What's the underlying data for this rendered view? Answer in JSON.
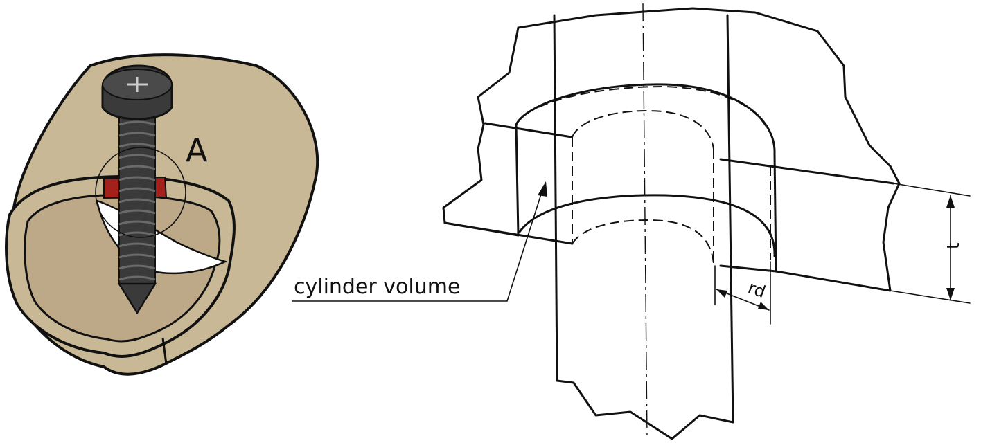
{
  "left_illustration": {
    "detail_label": "A"
  },
  "right_drawing": {
    "callout_label": "cylinder volume",
    "dimension_labels": {
      "thickness": "t",
      "radius_distance": "rd"
    }
  },
  "colors": {
    "wall_fill": "#c9b896",
    "wall_inner": "#bda987",
    "screw": "#3a3a3a",
    "screw_highlight": "#6a6a6a",
    "contact_zone": "#a3201b",
    "outline": "#111111"
  }
}
